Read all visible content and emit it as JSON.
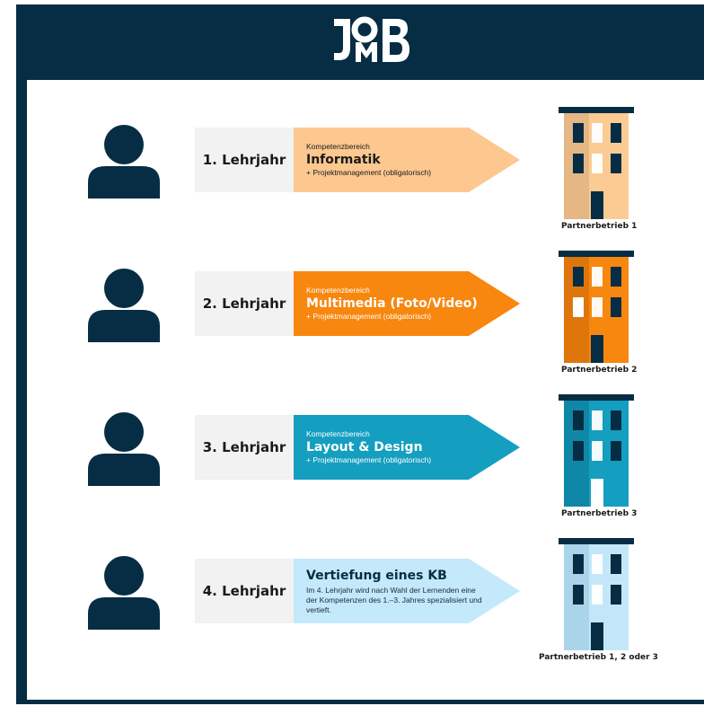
{
  "header": {
    "logo_text": "JOMB",
    "background": "#062d44"
  },
  "rows": [
    {
      "year": "1. Lehrjahr",
      "kb_label": "Kompetenzbereich",
      "kb_title": "Informatik",
      "kb_sub": "+ Projektmanagement (obligatorisch)",
      "arrow_color": "#fcc88f",
      "text_color": "#1a1a1a",
      "building_color": "#fbcb93",
      "building_shade": "#e4b785",
      "partner": "Partnerbetrieb 1"
    },
    {
      "year": "2. Lehrjahr",
      "kb_label": "Kompetenzbereich",
      "kb_title": "Multimedia (Foto/Video)",
      "kb_sub": "+ Projektmanagement (obligatorisch)",
      "arrow_color": "#f7870e",
      "text_color": "#ffffff",
      "building_color": "#f7870e",
      "building_shade": "#de760b",
      "partner": "Partnerbetrieb 2"
    },
    {
      "year": "3. Lehrjahr",
      "kb_label": "Kompetenzbereich",
      "kb_title": "Layout & Design",
      "kb_sub": "+ Projektmanagement (obligatorisch)",
      "arrow_color": "#149ec0",
      "text_color": "#ffffff",
      "building_color": "#149ec0",
      "building_shade": "#0f87a6",
      "partner": "Partnerbetrieb 3"
    },
    {
      "year": "4. Lehrjahr",
      "kb_title": "Vertiefung eines KB",
      "kb_desc": "Im 4. Lehrjahr wird nach Wahl der Lernenden eine der Kompetenzen des 1.–3. Jahres spezialisiert und vertieft.",
      "arrow_color": "#c3e9fb",
      "text_color": "#062d44",
      "building_color": "#c3e7f9",
      "building_shade": "#a9d4ea",
      "partner": "Partnerbetrieb 1, 2 oder 3"
    }
  ],
  "icons": {
    "person": "person-icon",
    "building": "building-icon"
  },
  "colors": {
    "dark_navy": "#062d44",
    "year_box": "#f2f2f2"
  }
}
